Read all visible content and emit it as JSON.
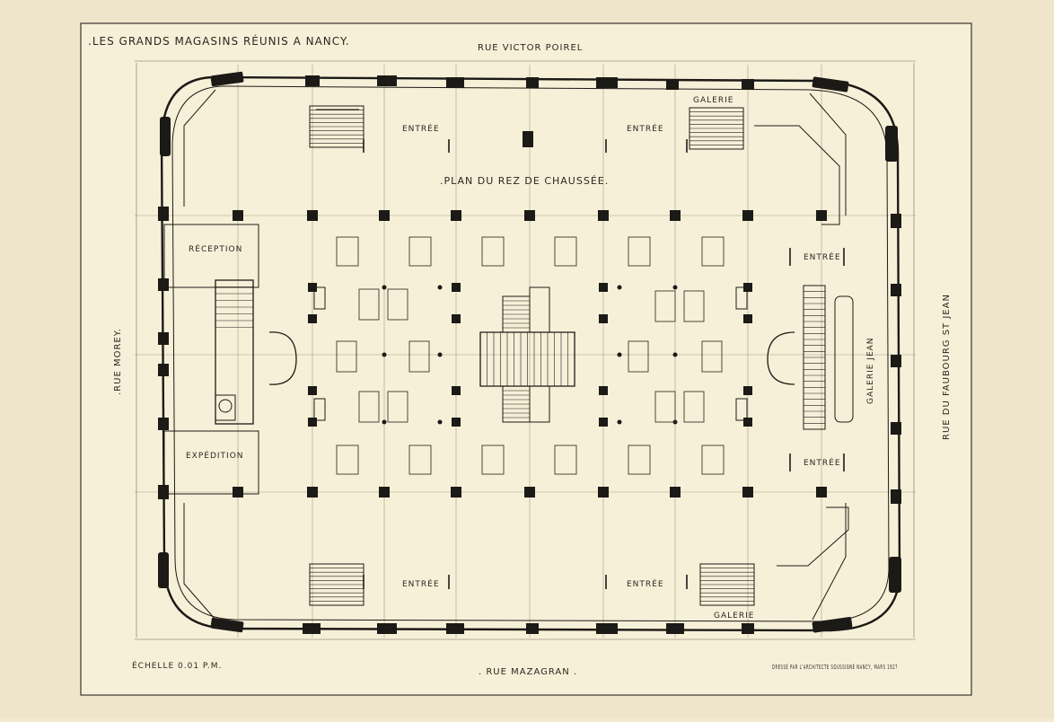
{
  "title": ".LES GRANDS MAGASINS RÉUNIS A NANCY.",
  "plan_title": ".PLAN DU REZ DE CHAUSSÉE.",
  "streets": {
    "north": "RUE VICTOR POIREL",
    "south": ". RUE MAZAGRAN .",
    "west": ".RUE MOREY.",
    "east": "RUE DU FAUBOURG ST JEAN"
  },
  "rooms": {
    "entree": "ENTRÉE",
    "galerie": "GALERIE",
    "galerie_jean": "GALERIE JEAN",
    "reception": "RÉCEPTION",
    "expedition": "EXPÉDITION"
  },
  "scale": "ÉCHELLE 0.01 P.M.",
  "signature": "DRESSÉ PAR L'ARCHITECTE SOUSSIGNÉ NANCY, MARS 1927",
  "colors": {
    "paper": "#f3ead2",
    "sheet": "#f7f0d8",
    "ink": "#1c1a16",
    "faint": "#8a8372"
  }
}
